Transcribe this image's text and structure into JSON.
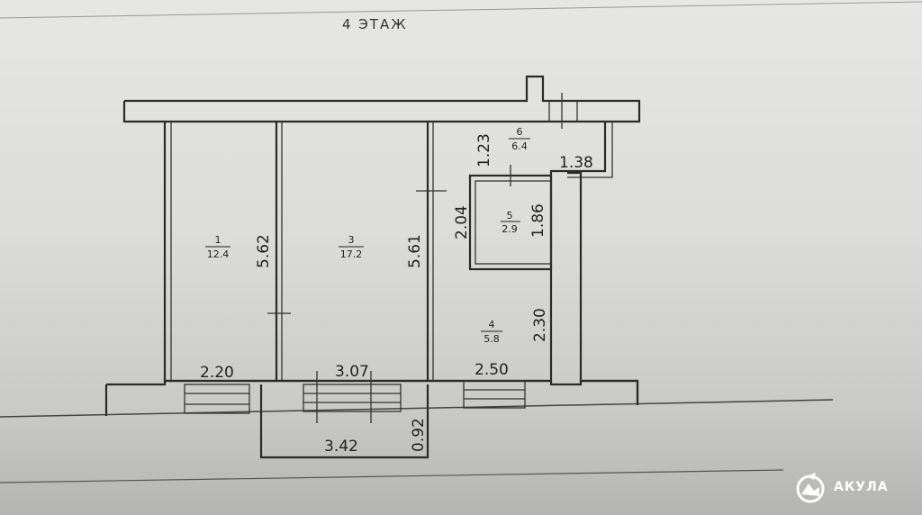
{
  "floor_title": "4   ЭТАЖ",
  "rooms": [
    {
      "number": "1",
      "area": "12.4"
    },
    {
      "number": "3",
      "area": "17.2"
    },
    {
      "number": "4",
      "area": "5.8"
    },
    {
      "number": "5",
      "area": "2.9"
    },
    {
      "number": "6",
      "area": "6.4"
    }
  ],
  "dimensions": {
    "room1_height": "5.62",
    "room3_height": "5.61",
    "room1_width": "2.20",
    "room3_width": "3.07",
    "room4_width": "2.50",
    "room4_height": "2.30",
    "room5_outer": "2.04",
    "room5_inner": "1.86",
    "room6_height": "1.23",
    "room6_width": "1.38",
    "balcony_width": "3.42",
    "balcony_depth": "0.92"
  },
  "watermark": {
    "brand": "АКУЛА",
    "icon": "shark-logo-icon"
  }
}
